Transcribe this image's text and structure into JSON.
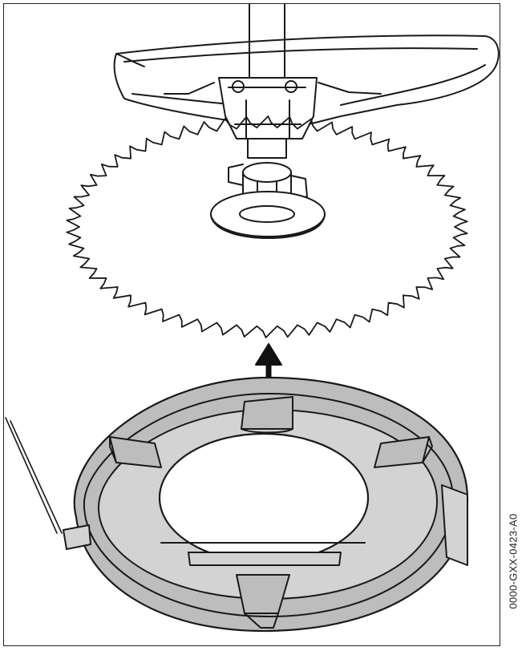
{
  "figure": {
    "code": "0000-GXX-0423-A0",
    "colors": {
      "line": "#1a1a1a",
      "fill_gray": "#bdbdbd",
      "fill_light": "#d3d3d3",
      "background": "#ffffff"
    },
    "icons": [
      "brushcutter-shaft",
      "blade-guard",
      "saw-blade",
      "gear-housing",
      "transport-guard",
      "up-arrow"
    ]
  }
}
